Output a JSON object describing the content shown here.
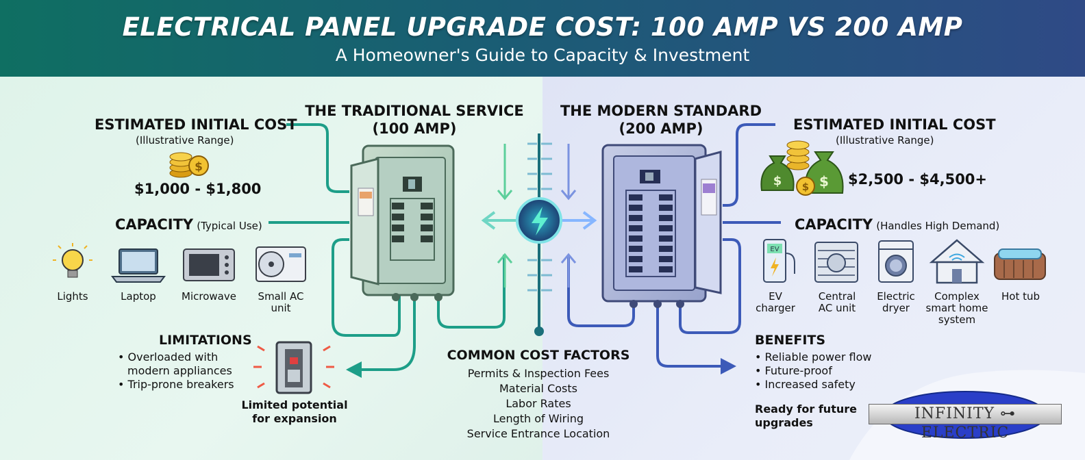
{
  "header": {
    "title": "ELECTRICAL PANEL UPGRADE COST: 100 AMP VS 200 AMP",
    "subtitle": "A Homeowner's Guide to Capacity & Investment"
  },
  "left": {
    "heading_line1": "THE TRADITIONAL SERVICE",
    "heading_line2": "(100 AMP)",
    "cost_title": "ESTIMATED INITIAL COST",
    "cost_note": "(Illustrative Range)",
    "cost_value": "$1,000 - $1,800",
    "capacity_title": "CAPACITY",
    "capacity_note": "(Typical Use)",
    "appliances": [
      {
        "label": "Lights",
        "icon": "lightbulb-icon"
      },
      {
        "label": "Laptop",
        "icon": "laptop-icon"
      },
      {
        "label": "Microwave",
        "icon": "microwave-icon"
      },
      {
        "label_line1": "Small AC",
        "label_line2": "unit",
        "icon": "ac-unit-icon"
      }
    ],
    "limitations_title": "LIMITATIONS",
    "limitations": [
      "• Overloaded with",
      "modern appliances",
      "• Trip-prone breakers"
    ],
    "expansion_line1": "Limited potential",
    "expansion_line2": "for expansion"
  },
  "right": {
    "heading_line1": "THE MODERN STANDARD",
    "heading_line2": "(200 AMP)",
    "cost_title": "ESTIMATED INITIAL COST",
    "cost_note": "(Illustrative Range)",
    "cost_value": "$2,500 - $4,500+",
    "capacity_title": "CAPACITY",
    "capacity_note": "(Handles High Demand)",
    "appliances": [
      {
        "label_line1": "EV",
        "label_line2": "charger",
        "icon": "ev-charger-icon"
      },
      {
        "label_line1": "Central",
        "label_line2": "AC unit",
        "icon": "central-ac-icon"
      },
      {
        "label_line1": "Electric",
        "label_line2": "dryer",
        "icon": "dryer-icon"
      },
      {
        "label_line1": "Complex",
        "label_line2": "smart home",
        "label_line3": "system",
        "icon": "smart-home-icon"
      },
      {
        "label": "Hot tub",
        "icon": "hot-tub-icon"
      }
    ],
    "benefits_title": "BENEFITS",
    "benefits": [
      "• Reliable power flow",
      "• Future-proof",
      "• Increased safety"
    ],
    "ready_line1": "Ready for future",
    "ready_line2": "upgrades"
  },
  "cost_factors": {
    "title": "COMMON COST FACTORS",
    "items": [
      "Permits & Inspection Fees",
      "Material Costs",
      "Labor Rates",
      "Length of Wiring",
      "Service Entrance Location"
    ]
  },
  "logo": {
    "text": "INFINITY ⊶ ELECTRIC"
  },
  "colors": {
    "teal": "#17a58c",
    "blue": "#3f5fc4",
    "header_left": "#0f6f62",
    "header_right": "#2f4a86"
  }
}
